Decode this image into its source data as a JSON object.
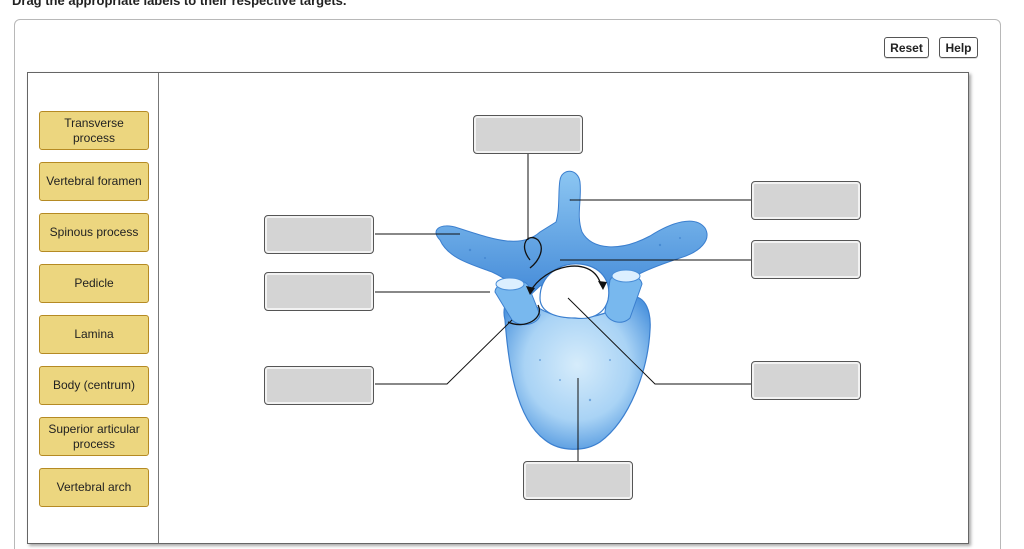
{
  "instruction": "Drag the appropriate labels to their respective targets.",
  "toolbar": {
    "reset_label": "Reset",
    "help_label": "Help"
  },
  "labels": [
    "Transverse\nprocess",
    "Vertebral foramen",
    "Spinous process",
    "Pedicle",
    "Lamina",
    "Body (centrum)",
    "Superior articular\nprocess",
    "Vertebral arch"
  ],
  "targets": [
    {
      "value": ""
    },
    {
      "value": ""
    },
    {
      "value": ""
    },
    {
      "value": ""
    },
    {
      "value": ""
    },
    {
      "value": ""
    },
    {
      "value": ""
    },
    {
      "value": ""
    }
  ],
  "colors": {
    "label_fill": "#ecd67f",
    "label_border": "#b58a23",
    "target_fill": "#d4d4d4",
    "bone_main": "#5aa3e8",
    "bone_light": "#bfe0f8"
  }
}
